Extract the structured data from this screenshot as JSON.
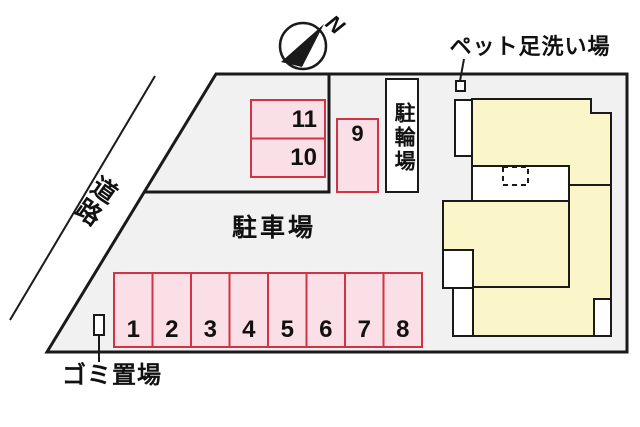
{
  "plan": {
    "compass": "N",
    "road": "道路",
    "parking_lot": "駐車場",
    "bicycle_parking": "駐輪場",
    "pet_foot_wash": "ペット足洗い場",
    "garbage_area": "ゴミ置場",
    "space_numbers_row": [
      "1",
      "2",
      "3",
      "4",
      "5",
      "6",
      "7",
      "8"
    ],
    "space_9": "9",
    "space_10": "10",
    "space_11": "11",
    "colors": {
      "lot_fill": "#f1f1f1",
      "space_fill": "#fbdfe6",
      "space_border": "#cf3344",
      "building_fill": "#faf6ca",
      "line": "#1a1a1a"
    }
  }
}
